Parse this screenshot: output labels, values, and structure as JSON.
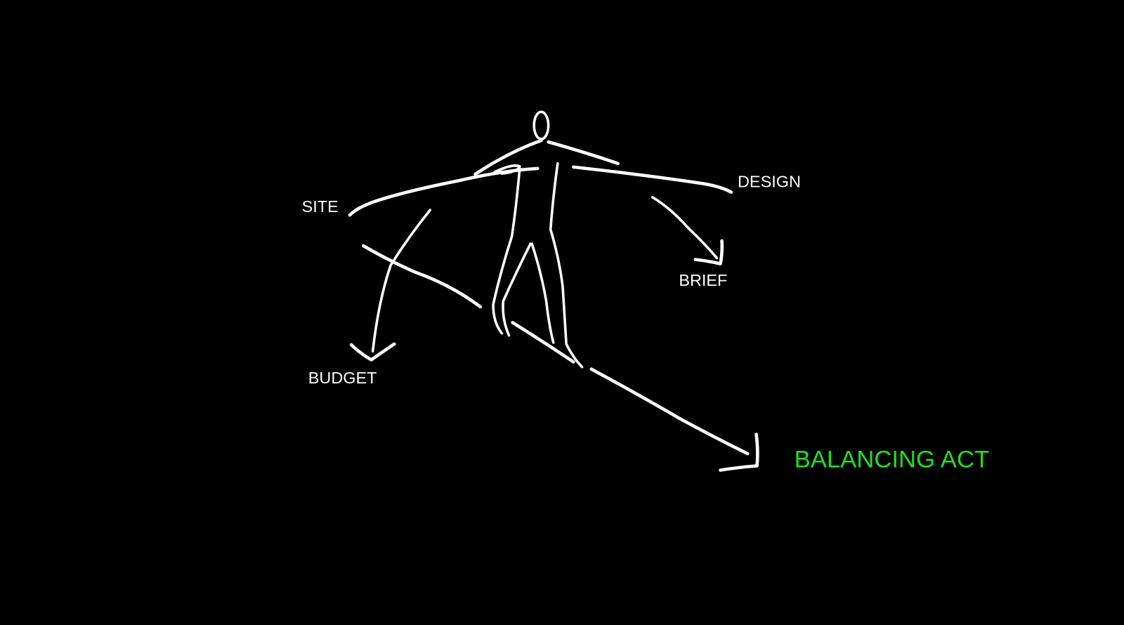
{
  "labels": {
    "site": "SITE",
    "design": "DESIGN",
    "brief": "BRIEF",
    "budget": "BUDGET",
    "title": "BALANCING ACT"
  },
  "colors": {
    "background": "#000000",
    "lines": "#ffffff",
    "accent": "#22dd22"
  }
}
